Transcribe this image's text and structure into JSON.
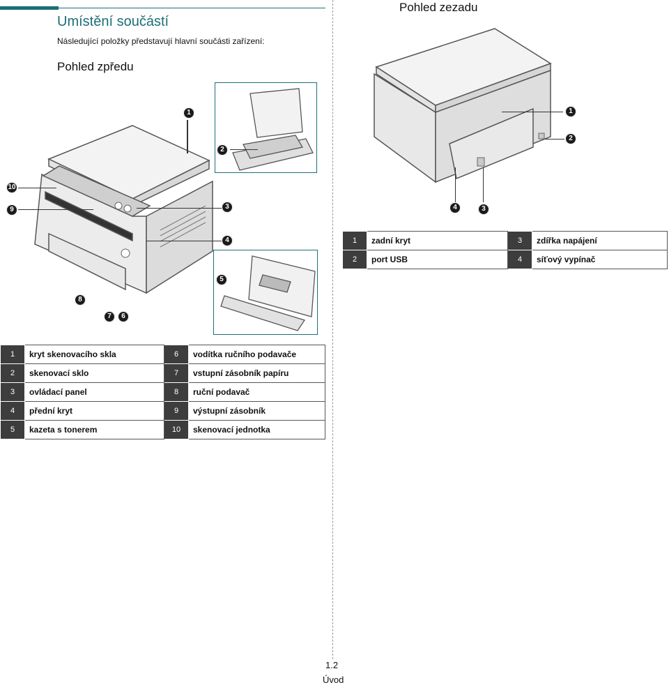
{
  "header": {
    "title": "Umístění součástí",
    "intro": "Následující položky představují hlavní součásti zařízení:",
    "front_view": "Pohled zpředu",
    "rear_view": "Pohled zezadu"
  },
  "front_markers": [
    "1",
    "2",
    "10",
    "9",
    "3",
    "4",
    "5",
    "8",
    "7",
    "6"
  ],
  "rear_markers": [
    "1",
    "2",
    "4",
    "3"
  ],
  "front_legend": [
    {
      "n": "1",
      "label": "kryt skenovacího skla",
      "n2": "6",
      "label2": "vodítka ručního podavače"
    },
    {
      "n": "2",
      "label": "skenovací sklo",
      "n2": "7",
      "label2": "vstupní zásobník papíru"
    },
    {
      "n": "3",
      "label": "ovládací panel",
      "n2": "8",
      "label2": "ruční podavač"
    },
    {
      "n": "4",
      "label": "přední kryt",
      "n2": "9",
      "label2": "výstupní zásobník"
    },
    {
      "n": "5",
      "label": "kazeta s tonerem",
      "n2": "10",
      "label2": "skenovací jednotka"
    }
  ],
  "rear_legend": [
    {
      "n": "1",
      "label": "zadní kryt",
      "n2": "3",
      "label2": "zdířka napájení"
    },
    {
      "n": "2",
      "label": "port USB",
      "n2": "4",
      "label2": "síťový vypínač"
    }
  ],
  "footer": {
    "page": "1.2",
    "section": "Úvod"
  }
}
